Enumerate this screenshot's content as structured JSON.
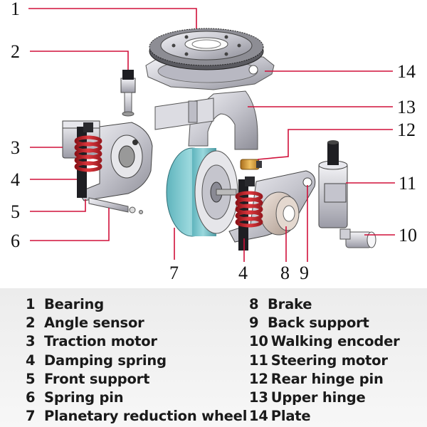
{
  "callouts": [
    {
      "number": "1"
    },
    {
      "number": "2"
    },
    {
      "number": "3"
    },
    {
      "number": "4"
    },
    {
      "number": "5"
    },
    {
      "number": "6"
    },
    {
      "number": "7"
    },
    {
      "number": "4"
    },
    {
      "number": "8"
    },
    {
      "number": "9"
    },
    {
      "number": "10"
    },
    {
      "number": "11"
    },
    {
      "number": "12"
    },
    {
      "number": "13"
    },
    {
      "number": "14"
    }
  ],
  "legend": {
    "left": [
      {
        "number": "1",
        "label": "Bearing"
      },
      {
        "number": "2",
        "label": "Angle sensor"
      },
      {
        "number": "3",
        "label": "Traction motor"
      },
      {
        "number": "4",
        "label": "Damping spring"
      },
      {
        "number": "5",
        "label": "Front support"
      },
      {
        "number": "6",
        "label": "Spring pin"
      },
      {
        "number": "7",
        "label": "Planetary reduction wheel"
      }
    ],
    "right": [
      {
        "number": "8",
        "label": "Brake"
      },
      {
        "number": "9",
        "label": "Back support"
      },
      {
        "number": "10",
        "label": "Walking encoder"
      },
      {
        "number": "11",
        "label": "Steering motor"
      },
      {
        "number": "12",
        "label": "Rear hinge pin"
      },
      {
        "number": "13",
        "label": "Upper hinge"
      },
      {
        "number": "14",
        "label": "Plate"
      }
    ]
  },
  "colors": {
    "leader_line": "#d0103a",
    "wheel_tread": "#7ec8cf",
    "spring": "#c8232a",
    "brass": "#d8a040",
    "metal": "#c9c9d1"
  }
}
